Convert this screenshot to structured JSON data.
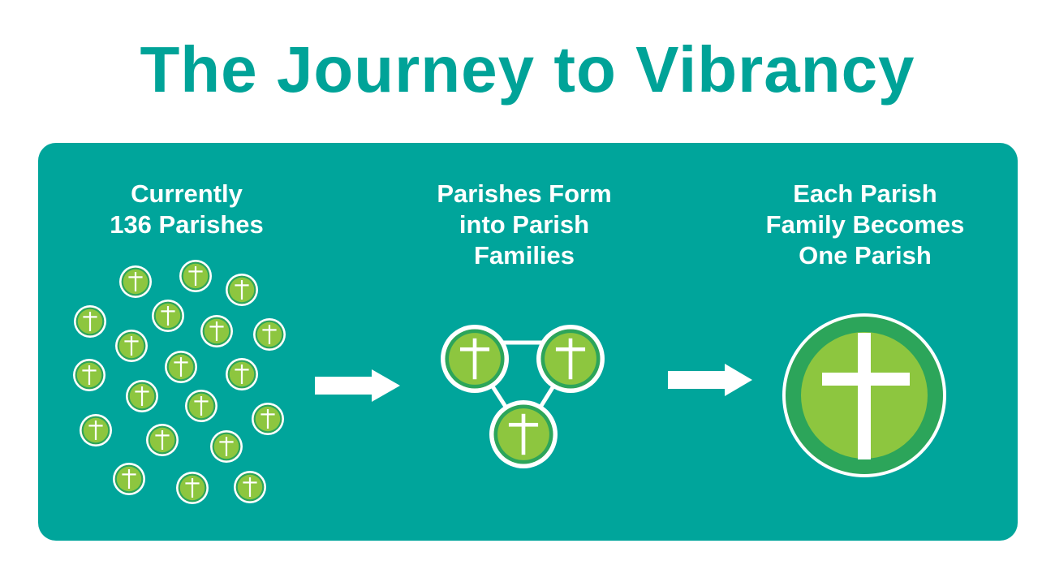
{
  "title": "The Journey to Vibrancy",
  "colors": {
    "teal": "#00a59b",
    "title": "#00a398",
    "light_green": "#8dc63f",
    "dark_green": "#2ca55a",
    "white": "#ffffff"
  },
  "steps": [
    {
      "lines": [
        "Currently",
        "136 Parishes"
      ],
      "icon": "many-small-parish-cross-icons"
    },
    {
      "lines": [
        "Parishes Form",
        "into Parish",
        "Families"
      ],
      "icon": "parish-family-cluster-icon"
    },
    {
      "lines": [
        "Each Parish",
        "Family Becomes",
        "One Parish"
      ],
      "icon": "single-large-parish-cross-icon"
    }
  ],
  "arrows": [
    "arrow-right-icon",
    "arrow-right-icon"
  ]
}
